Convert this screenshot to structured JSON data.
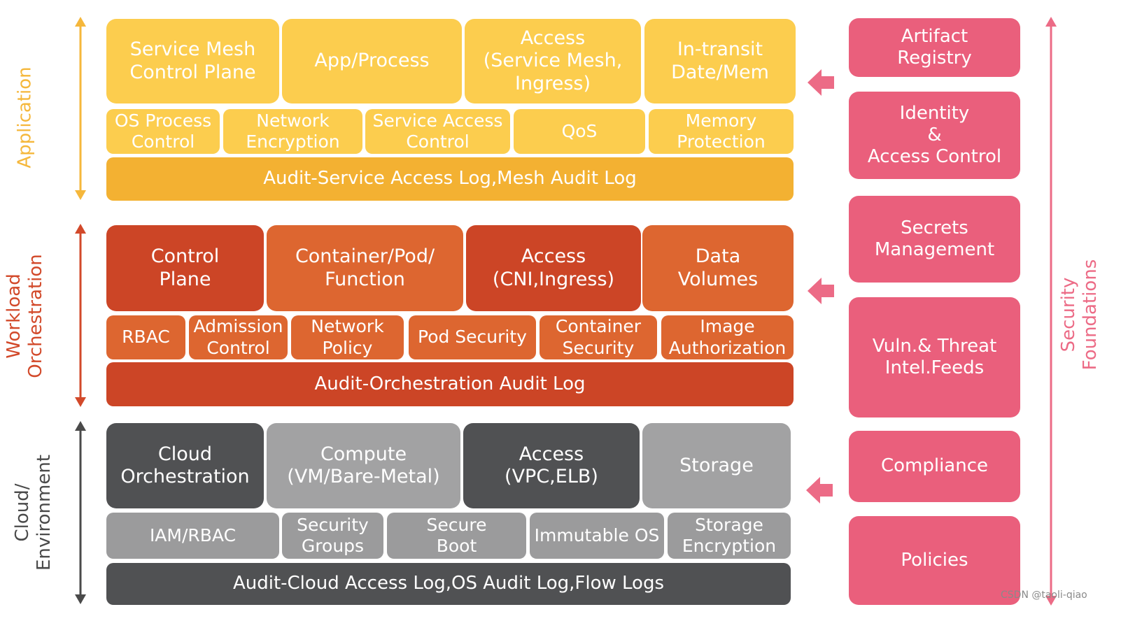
{
  "layers": {
    "application": {
      "label": "Application",
      "row1": [
        "Service Mesh\nControl Plane",
        "App/Process",
        "Access\n(Service Mesh,\nIngress)",
        "In-transit\nDate/Mem"
      ],
      "row2": [
        "OS Process\nControl",
        "Network\nEncryption",
        "Service Access\nControl",
        "QoS",
        "Memory\nProtection"
      ],
      "audit": "Audit-Service Access Log,Mesh Audit Log"
    },
    "workload": {
      "label": "Workload\nOrchestration",
      "row1": [
        "Control\nPlane",
        "Container/Pod/\nFunction",
        "Access\n(CNI,Ingress)",
        "Data\nVolumes"
      ],
      "row2": [
        "RBAC",
        "Admission\nControl",
        "Network\nPolicy",
        "Pod Security",
        "Container\nSecurity",
        "Image\nAuthorization"
      ],
      "audit": "Audit-Orchestration Audit Log"
    },
    "cloud": {
      "label": "Cloud/\nEnvironment",
      "row1": [
        "Cloud\nOrchestration",
        "Compute\n(VM/Bare-Metal)",
        "Access\n(VPC,ELB)",
        "Storage"
      ],
      "row2": [
        "IAM/RBAC",
        "Security\nGroups",
        "Secure\nBoot",
        "Immutable OS",
        "Storage\nEncryption"
      ],
      "audit": "Audit-Cloud Access Log,OS Audit Log,Flow Logs"
    }
  },
  "security_foundations": {
    "label": "Security Foundations",
    "items": [
      "Artifact\nRegistry",
      "Identity\n&\nAccess Control",
      "Secrets\nManagement",
      "Vuln.& Threat\nIntel.Feeds",
      "Compliance",
      "Policies"
    ]
  },
  "watermark": "CSDN @taoli-qiao",
  "colors": {
    "application_text": "#f5b73b",
    "workload_text": "#d2492a",
    "cloud_text": "#4a4a4a",
    "foundations": "#ea5f7c",
    "arrow_pink": "#ec6b86"
  }
}
